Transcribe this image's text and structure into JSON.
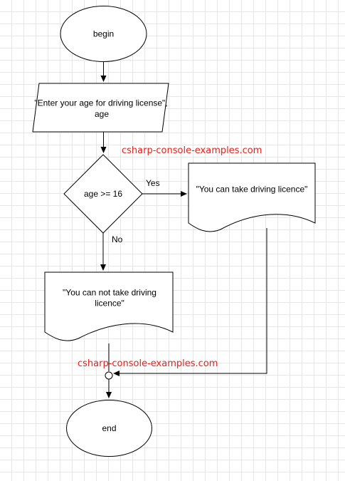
{
  "nodes": {
    "begin": "begin",
    "input_line1": "\"Enter your age for driving license\",",
    "input_line2": "age",
    "condition": "age >= 16",
    "yes_output": "\"You  can take driving licence\"",
    "no_output_line1": "\"You  can not take driving",
    "no_output_line2": "licence\"",
    "end": "end"
  },
  "edges": {
    "yes_label": "Yes",
    "no_label": "No"
  },
  "watermark": {
    "text": "csharp-console-examples.com",
    "color": "#e8211b"
  },
  "colors": {
    "stroke": "#000000",
    "fill": "#ffffff",
    "grid": "#e6e6e6"
  }
}
